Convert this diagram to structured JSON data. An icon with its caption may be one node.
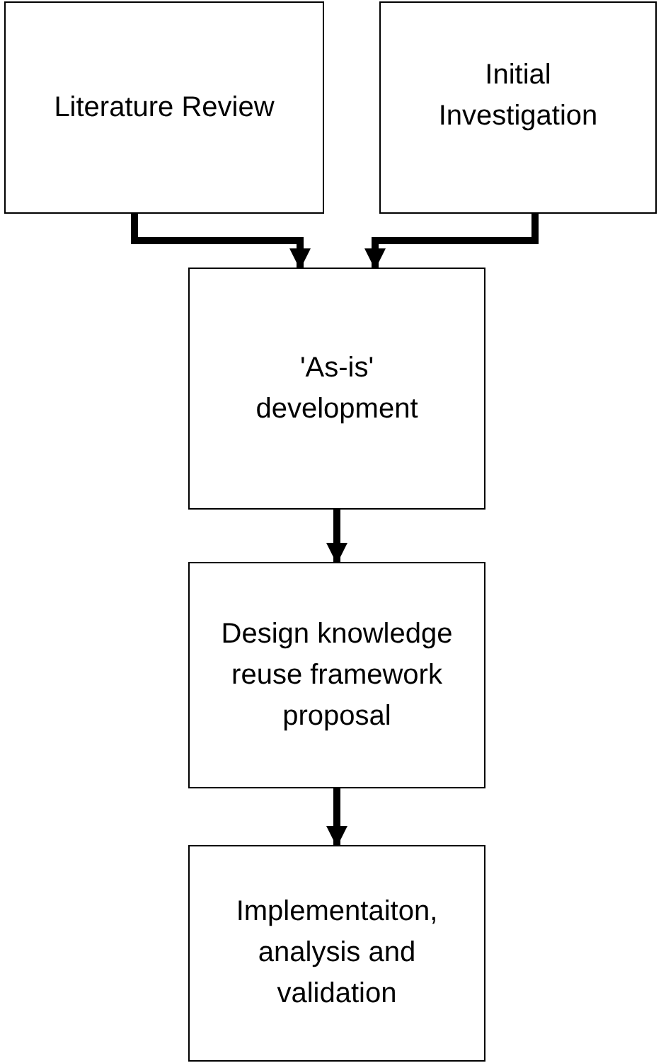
{
  "diagram": {
    "nodes": [
      {
        "text": [
          "Literature Review"
        ]
      },
      {
        "text": [
          "Initial Investigation"
        ]
      },
      {
        "text": [
          "'As-is' development"
        ]
      },
      {
        "text": [
          "Design knowledge reuse framework proposal"
        ]
      },
      {
        "text": [
          "Implementaiton, analysis and validation"
        ]
      }
    ],
    "edges": [
      {
        "from": 0,
        "to": 2,
        "arrow": "to"
      },
      {
        "from": 1,
        "to": 2,
        "arrow": "to"
      },
      {
        "from": 2,
        "to": 3,
        "arrow": "to"
      },
      {
        "from": 3,
        "to": 4,
        "arrow": "to"
      }
    ]
  }
}
